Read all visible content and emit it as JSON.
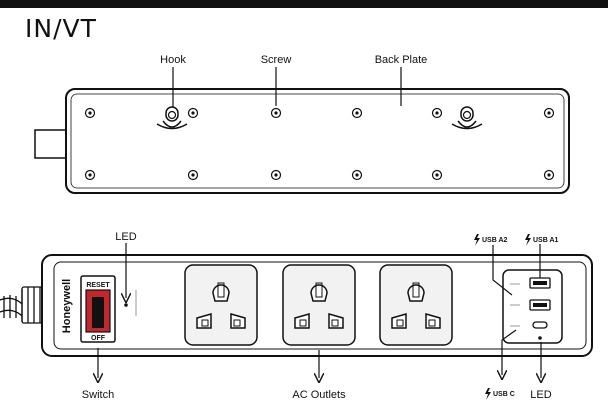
{
  "header": {
    "title": "IN/VT"
  },
  "back_view": {
    "labels": {
      "hook": "Hook",
      "screw": "Screw",
      "back_plate": "Back Plate"
    }
  },
  "front_view": {
    "brand": "Honeywell",
    "switch_text": {
      "top": "RESET",
      "bottom": "OFF"
    },
    "labels": {
      "led_top": "LED",
      "switch": "Switch",
      "ac_outlets": "AC Outlets",
      "usb_a2": "USB A2",
      "usb_a1": "USB A1",
      "usb_c": "USB C",
      "led_bottom": "LED"
    }
  },
  "colors": {
    "ink": "#111111",
    "switch_red": "#c0282d",
    "panel": "#f2f2f2"
  }
}
